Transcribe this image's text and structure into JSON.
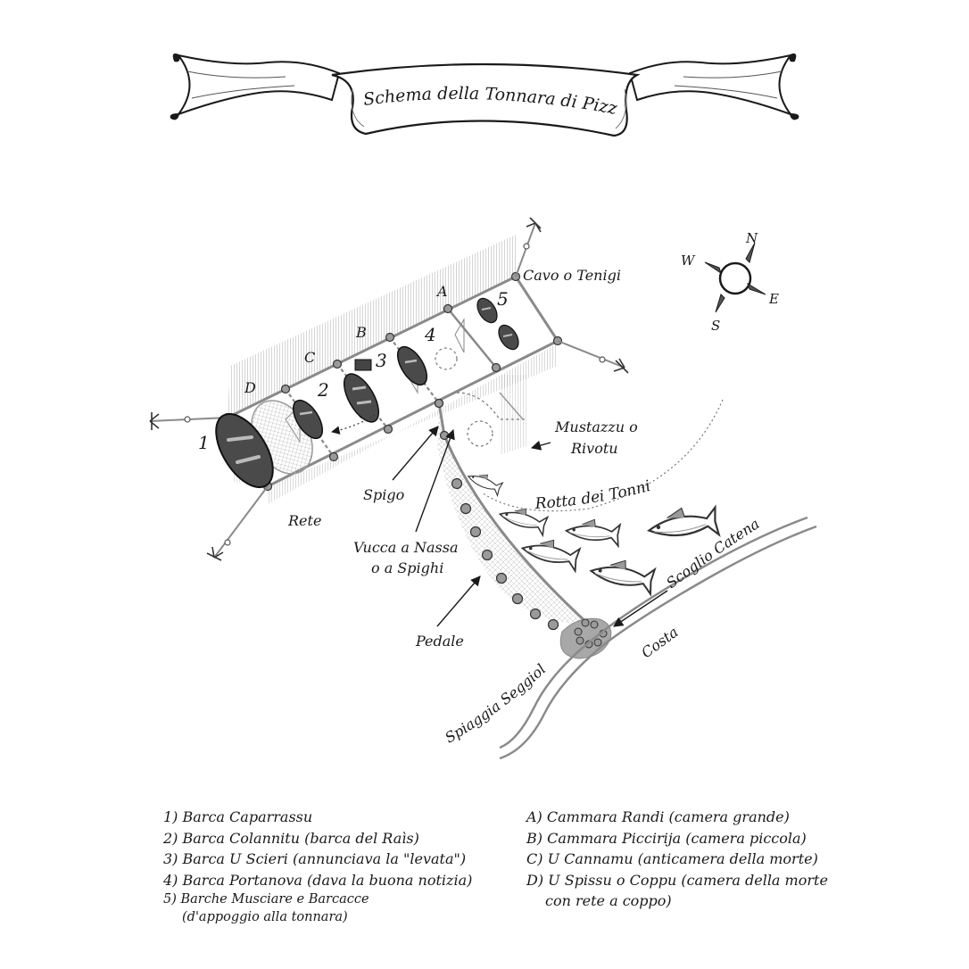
{
  "title": "Schema della Tonnara di Pizzo",
  "compass": {
    "n": "N",
    "s": "S",
    "e": "E",
    "w": "W"
  },
  "boat_numbers": [
    "1",
    "2",
    "3",
    "4",
    "5"
  ],
  "chamber_letters": [
    "A",
    "B",
    "C",
    "D"
  ],
  "labels": {
    "cavo": "Cavo o Tenigi",
    "mustazzu_line1": "Mustazzu o",
    "mustazzu_line2": "Rivotu",
    "rotta": "Rotta dei Tonni",
    "spigo": "Spigo",
    "rete": "Rete",
    "vucca_line1": "Vucca a Nassa",
    "vucca_line2": "o a Spighi",
    "pedale": "Pedale",
    "scoglio": "Scoglio Catena",
    "costa": "Costa",
    "spiaggia": "Spiaggia Seggiola"
  },
  "legend_boats": [
    "1) Barca Caparrassu",
    "2) Barca Colannitu (barca del Raìs)",
    "3) Barca U Scieri (annunciava la \"levata\")",
    "4) Barca Portanova (dava la buona notizia)",
    "5) Barche Musciare e Barcacce",
    "(d'appoggio alla tonnara)"
  ],
  "legend_chambers": [
    "A) Cammara Randi (camera grande)",
    "B) Cammara Piccirija (camera piccola)",
    "C) U Cannamu (anticamera della morte)",
    "D) U Spissu o Coppu (camera della morte",
    "con rete a coppo)"
  ],
  "colors": {
    "ink": "#1a1a1a",
    "rope": "#8a8a8a",
    "boat": "#4a4a4a",
    "rock": "#a8a8a8"
  }
}
